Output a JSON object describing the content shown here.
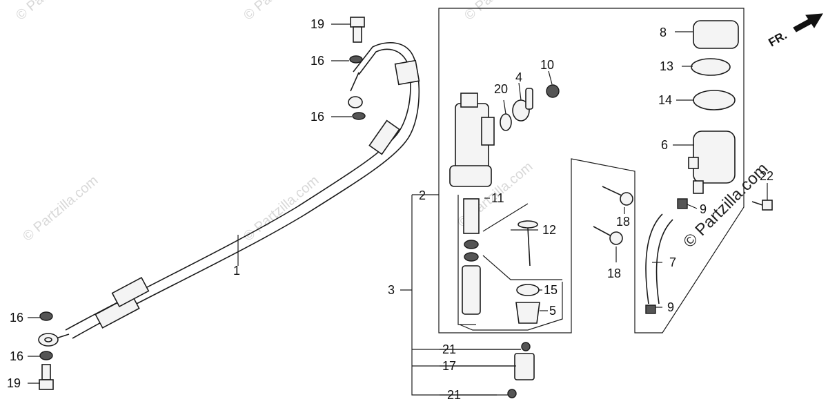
{
  "callouts": {
    "c1": "1",
    "c2": "2",
    "c3": "3",
    "c4": "4",
    "c5": "5",
    "c6": "6",
    "c7": "7",
    "c8": "8",
    "c9a": "9",
    "c9b": "9",
    "c10": "10",
    "c11": "11",
    "c12": "12",
    "c13": "13",
    "c14": "14",
    "c15": "15",
    "c16a": "16",
    "c16b": "16",
    "c16c": "16",
    "c16d": "16",
    "c17": "17",
    "c18a": "18",
    "c18b": "18",
    "c19a": "19",
    "c19b": "19",
    "c20": "20",
    "c21a": "21",
    "c21b": "21",
    "c22": "22"
  },
  "direction_label": "FR.",
  "watermark": "© Partzilla.com",
  "colors": {
    "line": "#1a1a1a",
    "watermark": "#d8d8d8"
  }
}
